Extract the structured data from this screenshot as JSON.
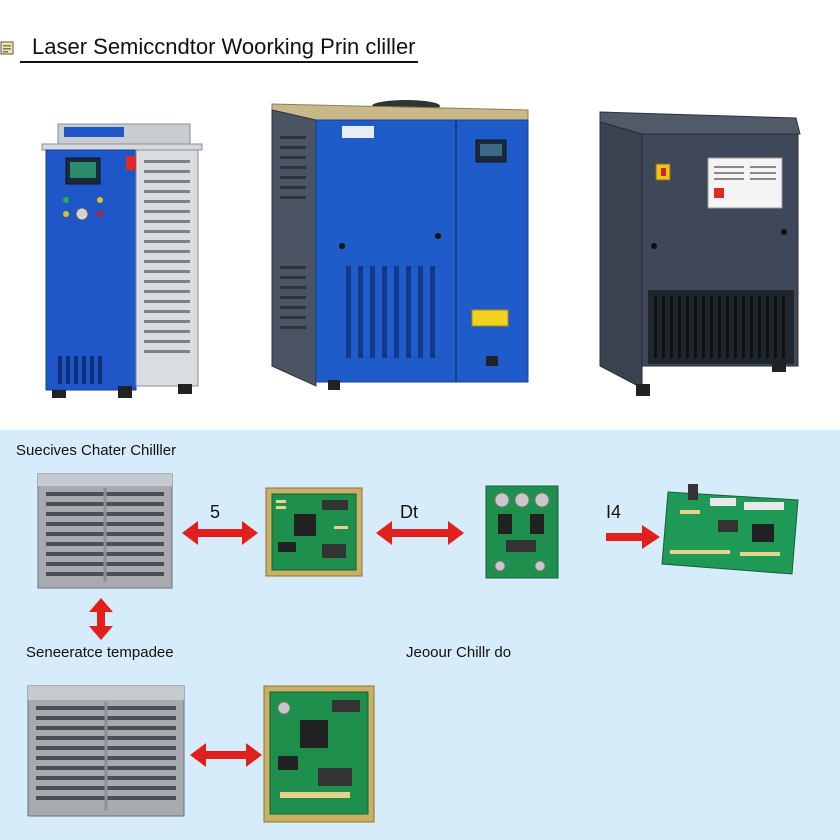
{
  "header": {
    "title": "Laser Semiccndtor Woorking Prin cliller",
    "icon": "document-icon"
  },
  "diagram": {
    "section_label": "Suecives Chater Chilller",
    "left_label": "Seneeratce tempadee",
    "center_label": "Jeoour Chillr do",
    "arrow_labels": [
      "5",
      "Dt",
      "I4"
    ]
  },
  "colors": {
    "arrow": "#e0201c",
    "panel_bg": "#d6ecfa",
    "chiller_blue": "#1f57c8",
    "chiller_dark": "#3b4656",
    "pcb_green": "#1f8f4e"
  }
}
